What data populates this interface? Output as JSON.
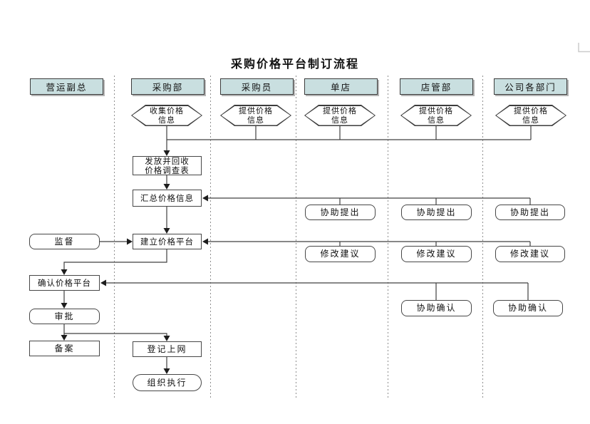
{
  "title": "采购价格平台制订流程",
  "lanes": [
    "营运副总",
    "采购部",
    "采购员",
    "单店",
    "店管部",
    "公司各部门"
  ],
  "nodes": {
    "collect_info": "收集价格\n信息",
    "provide_info": "提供价格\n信息",
    "distribute_survey": "发放并回收\n价格调查表",
    "summarize_info": "汇总价格信息",
    "supervise": "监督",
    "build_platform": "建立价格平台",
    "assist_propose": "协助提出",
    "revise_suggest": "修改建议",
    "confirm_platform": "确认价格平台",
    "assist_confirm": "协助确认",
    "approve": "审批",
    "file_record": "备案",
    "register_online": "登记上网",
    "organize_execute": "组织执行"
  },
  "colors": {
    "lane_header_fill": "#c9dfe0",
    "connector_line": "#404040",
    "text": "#101010"
  }
}
